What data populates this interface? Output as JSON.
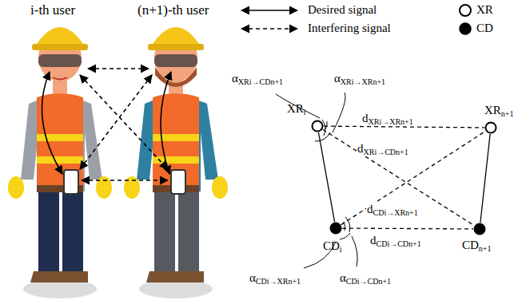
{
  "diagram": {
    "nodes": [
      {
        "text": [
          "XRi"
        ]
      },
      {
        "text": [
          "XRn+1"
        ]
      },
      {
        "text": [
          "CDi"
        ]
      },
      {
        "text": [
          "CDn+1"
        ]
      }
    ],
    "edges": [
      {
        "from": 0,
        "to": 2,
        "arrow": "none"
      },
      {
        "from": 1,
        "to": 3,
        "arrow": "none"
      },
      {
        "from": 0,
        "to": 1,
        "arrow": "none",
        "label": "dXRi→XRn+1"
      },
      {
        "from": 0,
        "to": 3,
        "arrow": "none",
        "label": "dXRi→CDn+1"
      },
      {
        "from": 2,
        "to": 1,
        "arrow": "none",
        "label": "dCDi→XRn+1"
      },
      {
        "from": 2,
        "to": 3,
        "arrow": "none",
        "label": "dCDi→CDn+1"
      }
    ],
    "labels": [
      "i-th user",
      "(n+1)-th user",
      "αXRi→CDn+1",
      "αXRi→XRn+1",
      "αCDi→XRn+1",
      "αCDi→CDn+1"
    ],
    "legend": [
      {
        "text": "Desired signal"
      },
      {
        "text": "Interfering signal"
      },
      {
        "text": "XR"
      },
      {
        "text": "CD"
      }
    ]
  }
}
